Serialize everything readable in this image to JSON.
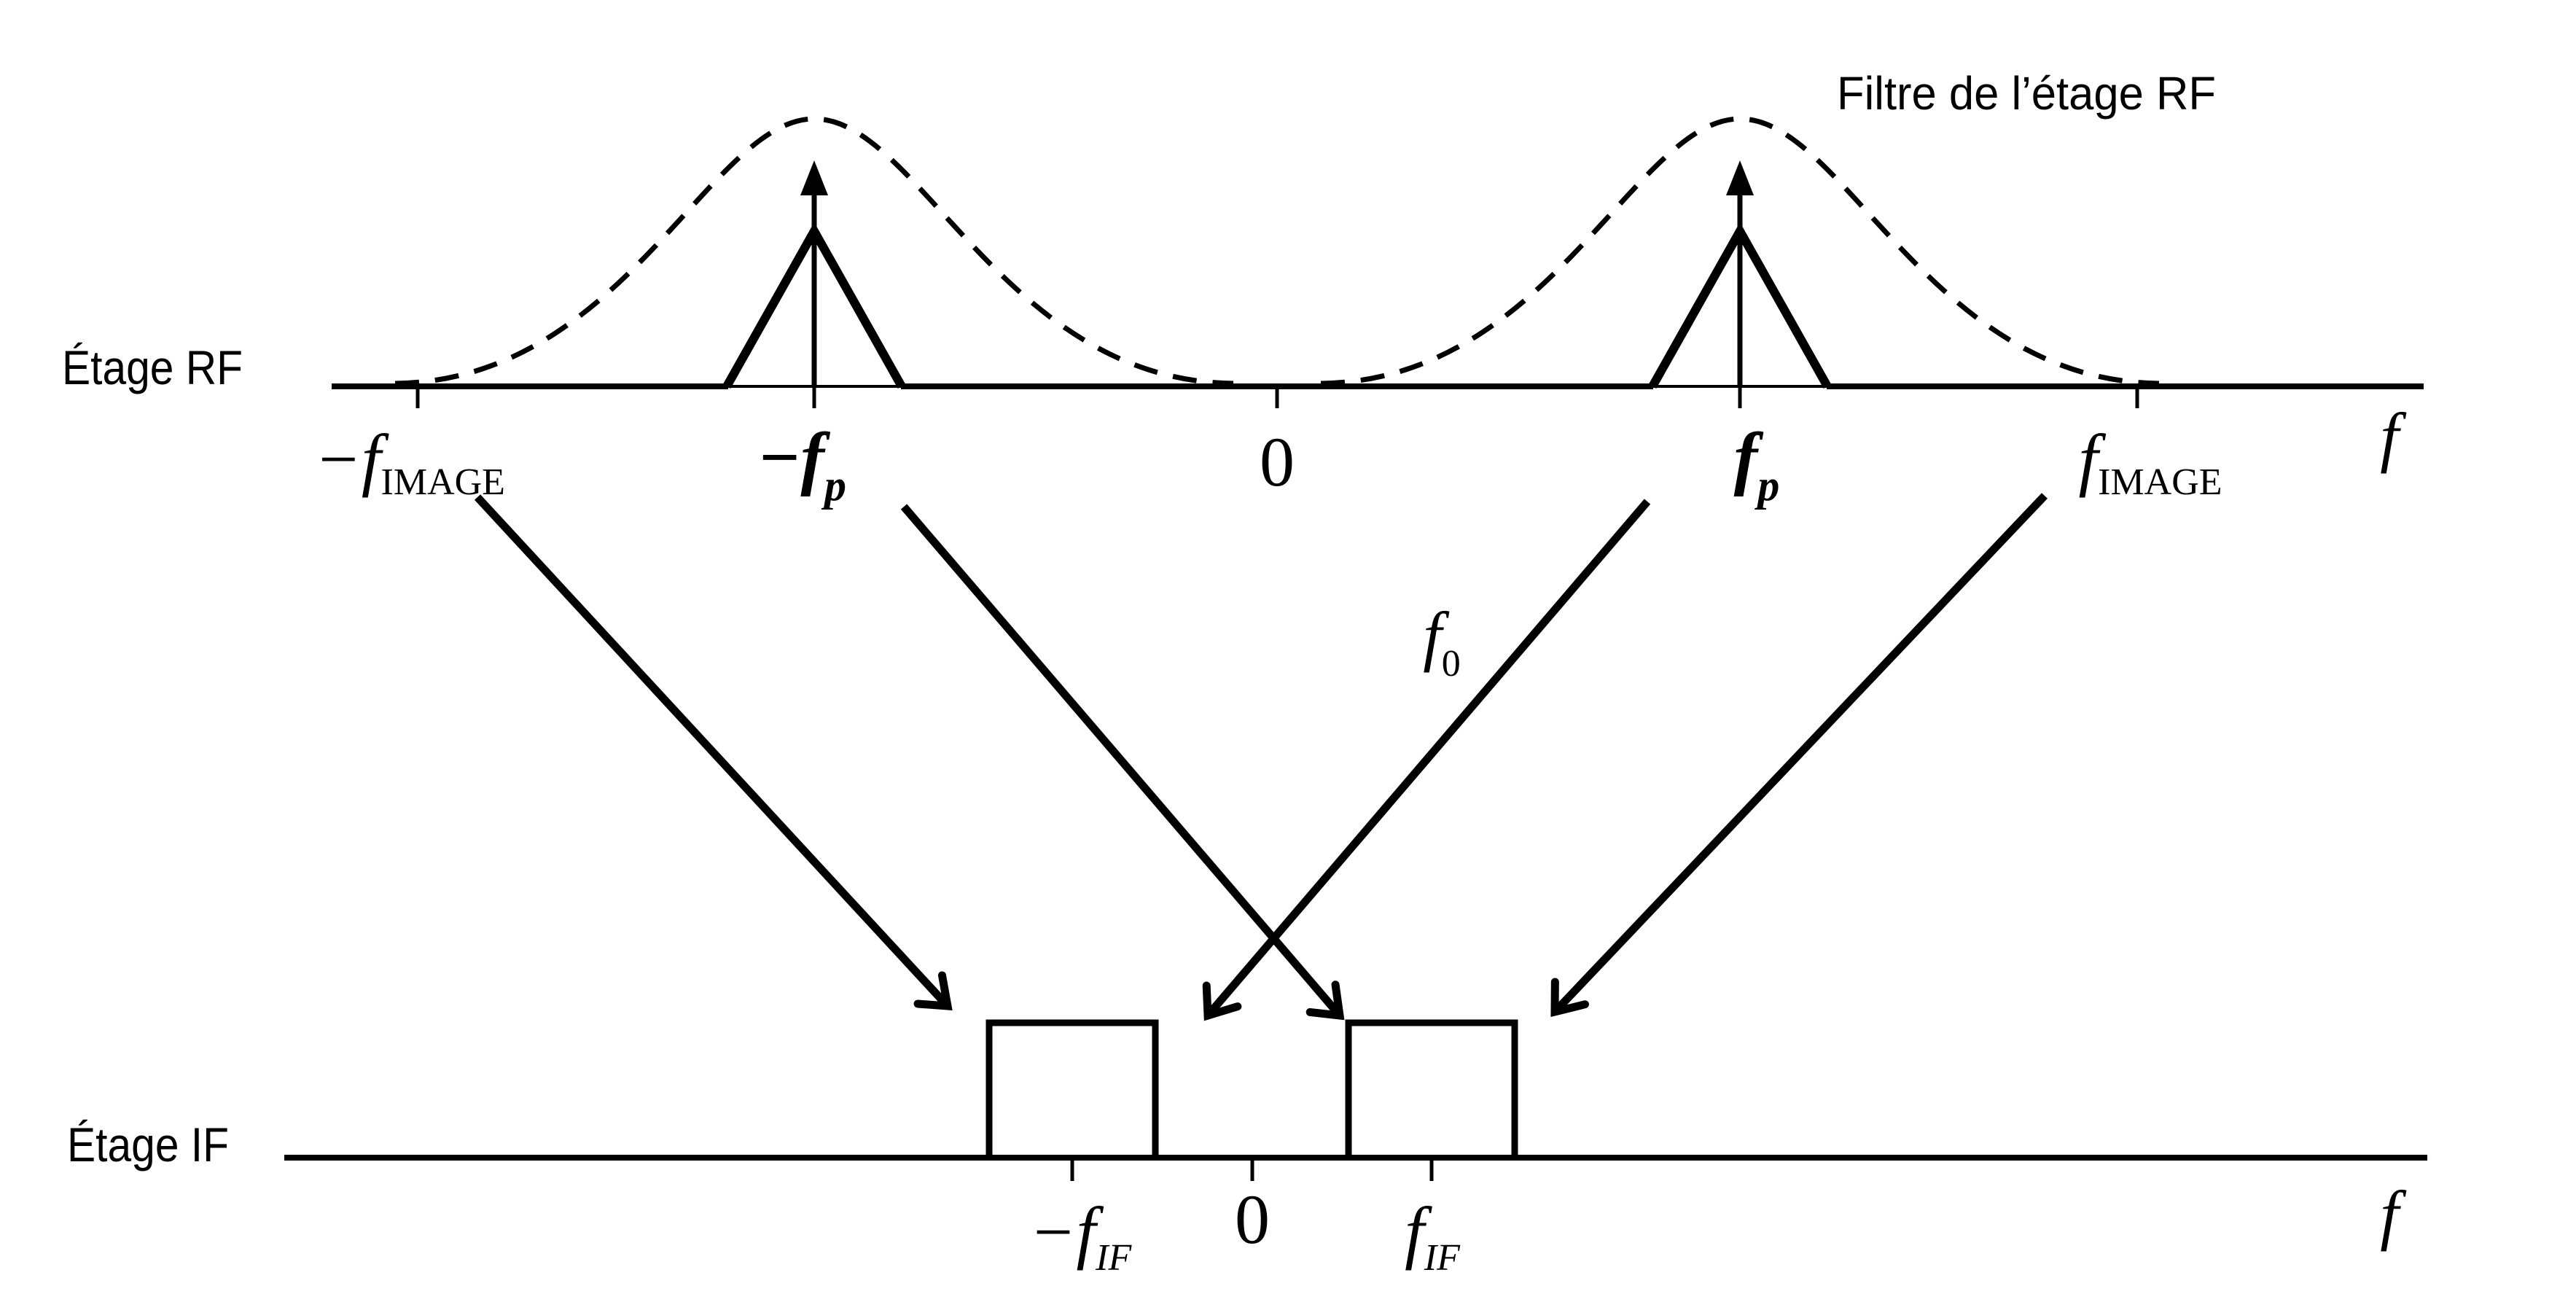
{
  "colors": {
    "ink": "#000000",
    "background": "#ffffff"
  },
  "rf_stage": {
    "label": "Étage RF",
    "filter_label": "Filtre de l’étage RF",
    "axis_label": "f",
    "ticks": {
      "neg_f_image": {
        "main": "−f",
        "sub": "IMAGE"
      },
      "neg_f_p": {
        "main": "−f",
        "sub": "p"
      },
      "zero": "0",
      "f_p": {
        "main": "f",
        "sub": "p"
      },
      "f_image": {
        "main": "f",
        "sub": "IMAGE"
      }
    }
  },
  "mixer": {
    "lo_label": {
      "main": "f",
      "sub": "0"
    }
  },
  "if_stage": {
    "label": "Étage IF",
    "axis_label": "f",
    "ticks": {
      "neg_f_if": {
        "main": "−f",
        "sub": "IF"
      },
      "zero": "0",
      "f_if": {
        "main": "f",
        "sub": "IF"
      }
    }
  }
}
